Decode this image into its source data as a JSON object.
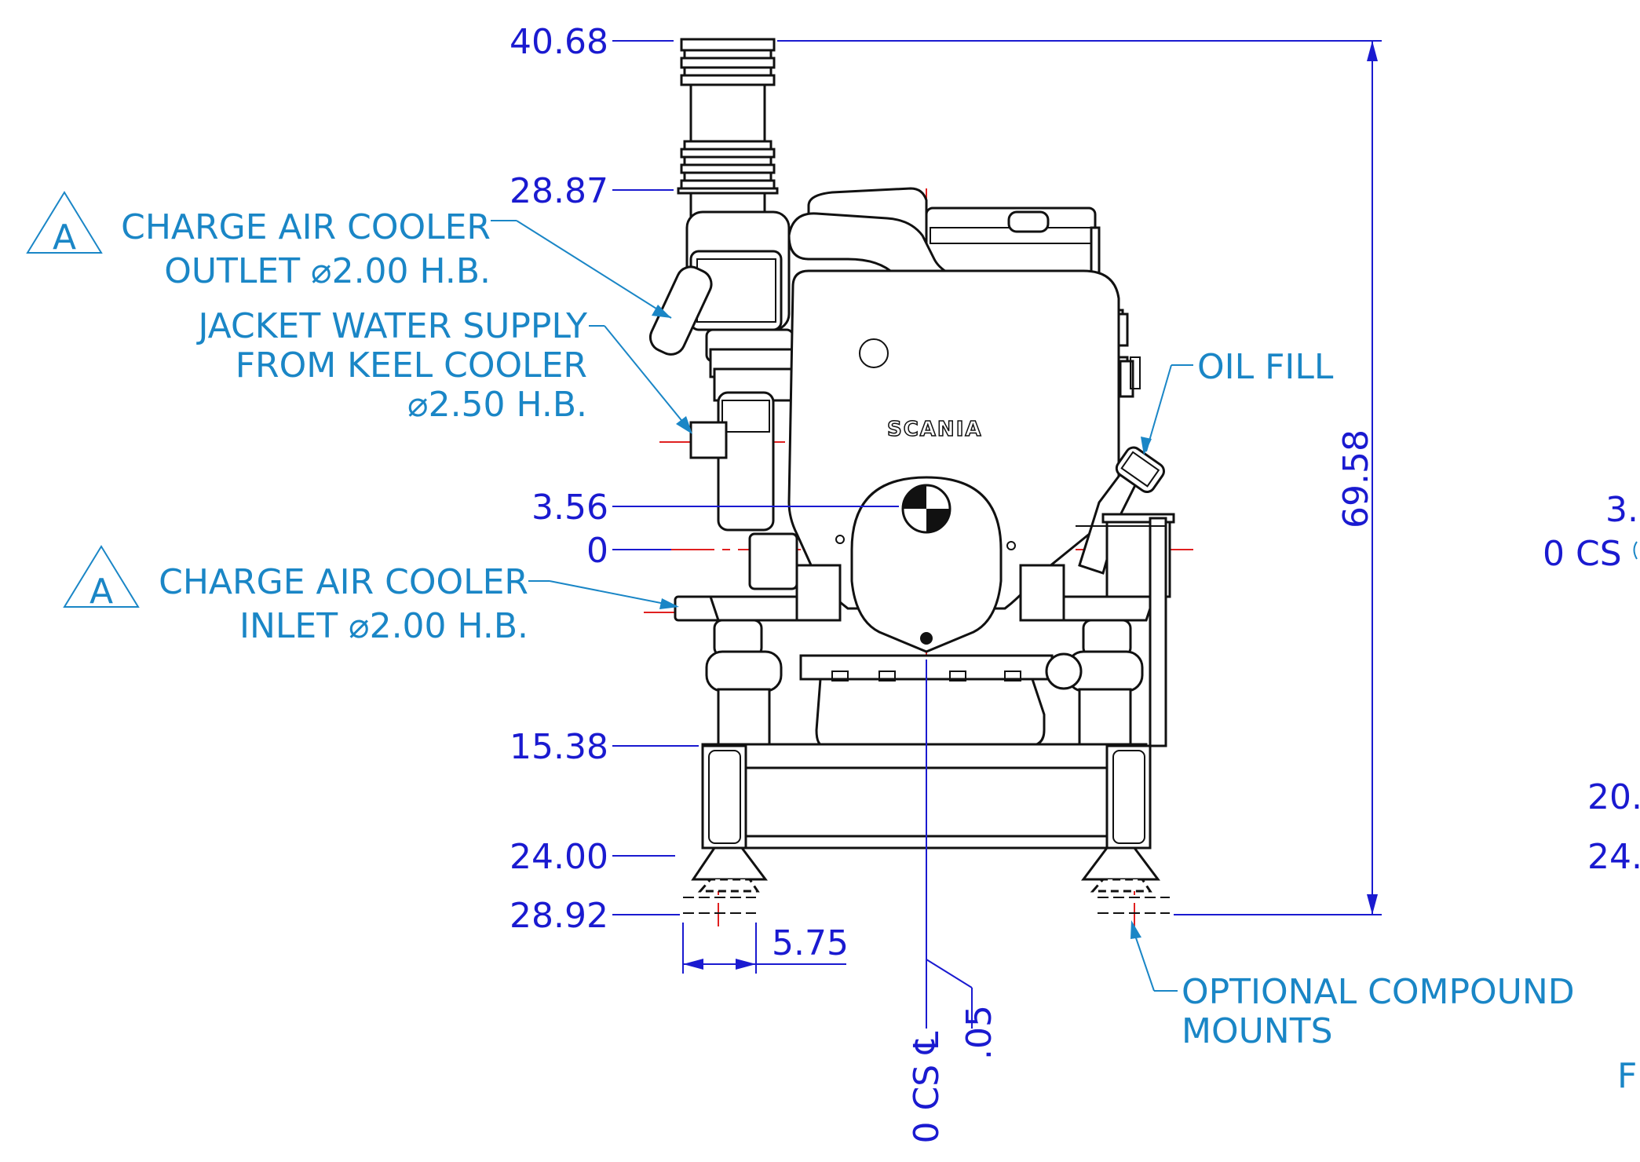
{
  "dimensions": {
    "d1": "40.68",
    "d2": "28.87",
    "d3": "3.56",
    "d4": "0",
    "d5": "15.38",
    "d6": "24.00",
    "d7": "28.92",
    "width": "5.75",
    "height": "69.58",
    "offset": ".05",
    "centerline": "0 CS ℄"
  },
  "callouts": {
    "cac_outlet_line1": "CHARGE AIR COOLER",
    "cac_outlet_line2": "OUTLET  ⌀2.00 H.B.",
    "jw_line1": "JACKET WATER SUPPLY",
    "jw_line2": "FROM KEEL COOLER",
    "jw_line3": "⌀2.50 H.B.",
    "cac_inlet_line1": "CHARGE AIR COOLER",
    "cac_inlet_line2": "INLET  ⌀2.00 H.B.",
    "oil_fill": "OIL FILL",
    "mounts_line1": "OPTIONAL COMPOUND",
    "mounts_line2": "MOUNTS",
    "revision_letter": "A"
  },
  "brand": "SCANIA",
  "side_view_partial": {
    "p1": "3.",
    "p2": "0 CS",
    "p3": "20.",
    "p4": "24.",
    "p5": "F"
  }
}
